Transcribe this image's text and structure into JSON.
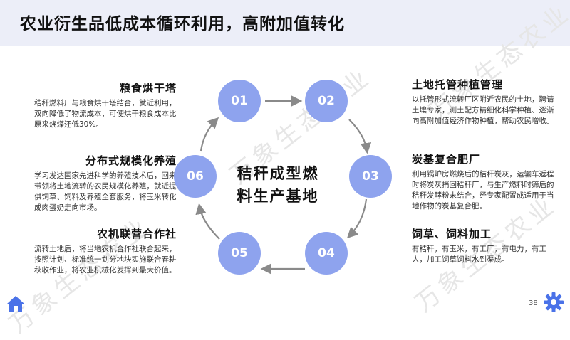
{
  "title": "农业衍生品低成本循环利用，高附加值转化",
  "center": {
    "line1": "秸秆成型燃",
    "line2": "料生产基地"
  },
  "circles": [
    "01",
    "02",
    "03",
    "04",
    "05",
    "06"
  ],
  "blocks": {
    "grain_drying": {
      "title": "粮食烘干塔",
      "body": "秸秆燃料厂与粮食烘干塔结合，就近利用，双向降低了物流成本，可使烘干粮食成本比原来烧煤还低30%。"
    },
    "distributed_farming": {
      "title": "分布式规模化养殖",
      "body": "学习发达国家先进科学的养殖技术后，回来带领将土地流转的农民规模化养殖，就近提供饲草、饲料及养殖全套服务，将玉米转化成肉蛋奶走向市场。"
    },
    "machinery_coop": {
      "title": "农机联营合作社",
      "body": "流转土地后，将当地农机合作社联合起来，按照计划、标准统一划分地块实施联合春耕秋收作业，将农业机械化发挥到最大价值。"
    },
    "land_trust": {
      "title": "土地托管种植管理",
      "body": "以托管形式流转厂区附近农民的土地，聘请土壤专家，测土配方精细化科学种植、逐渐向高附加值经济作物种植，帮助农民增收。"
    },
    "carbon_fertilizer": {
      "title": "炭基复合肥厂",
      "body": "利用锅炉房燃烧后的秸秆炭灰，运输车返程时将炭灰捎回秸秆厂，与生产燃料时筛后的秸秆发酵粉末结合，经专家配置成适用于当地作物的炭基复合肥。"
    },
    "feed_processing": {
      "title": "饲草、饲料加工",
      "body": "有秸秆，有玉米，有工厂，有电力，有工人，加工饲草饲料水到渠成。"
    }
  },
  "watermark": "万象生态农业",
  "page_number": "38",
  "colors": {
    "circle": "#8ea3ee",
    "header_bg": "#eceef8",
    "arrow": "#8a8a8a",
    "icon": "#4a72e8"
  }
}
